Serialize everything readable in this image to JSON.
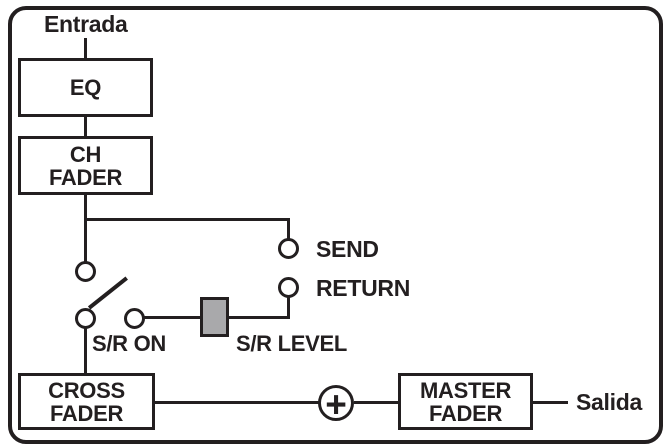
{
  "diagram": {
    "labels": {
      "input": "Entrada",
      "output": "Salida"
    },
    "blocks": {
      "eq": {
        "label": "EQ"
      },
      "ch_fader": {
        "line1": "CH",
        "line2": "FADER"
      },
      "cross_fader": {
        "line1": "CROSS",
        "line2": "FADER"
      },
      "master_fader": {
        "line1": "MASTER",
        "line2": "FADER"
      }
    },
    "jacks": {
      "send": {
        "label": "SEND"
      },
      "return": {
        "label": "RETURN"
      }
    },
    "switch": {
      "label": "S/R ON"
    },
    "level_fader": {
      "label": "S/R LEVEL"
    },
    "sum": {
      "symbol": "+"
    },
    "colors": {
      "line": "#231f20",
      "level_fill": "#a9a9ab",
      "background": "#ffffff"
    }
  }
}
